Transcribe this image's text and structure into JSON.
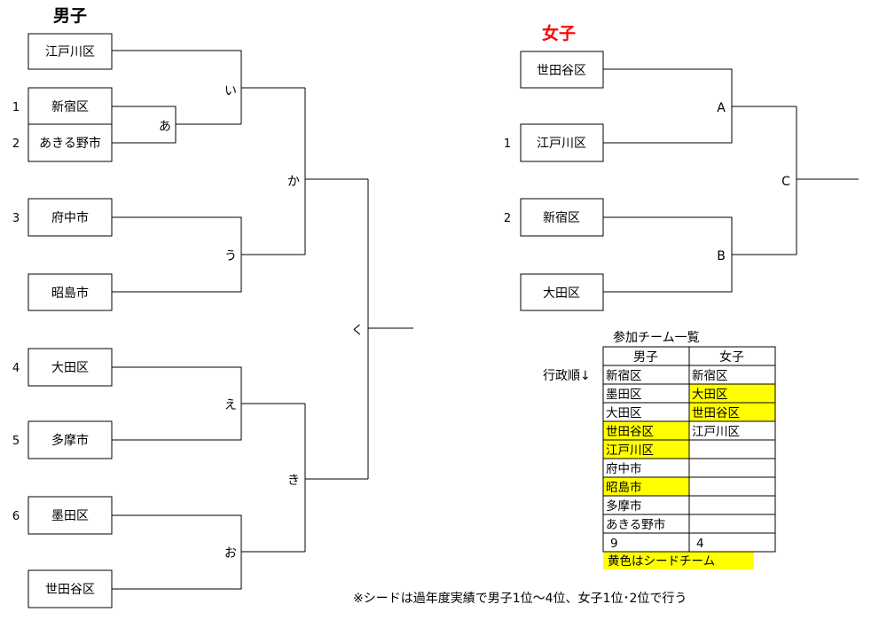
{
  "colors": {
    "women_title": "#ff0000",
    "seed_highlight": "#ffff00",
    "line": "#000000"
  },
  "men": {
    "title": "男子",
    "teams": [
      {
        "name": "江戸川区",
        "seed": ""
      },
      {
        "name": "新宿区",
        "seed": "1"
      },
      {
        "name": "あきる野市",
        "seed": "2"
      },
      {
        "name": "府中市",
        "seed": "3"
      },
      {
        "name": "昭島市",
        "seed": ""
      },
      {
        "name": "大田区",
        "seed": "4"
      },
      {
        "name": "多摩市",
        "seed": "5"
      },
      {
        "name": "墨田区",
        "seed": "6"
      },
      {
        "name": "世田谷区",
        "seed": ""
      }
    ],
    "matches": [
      "あ",
      "い",
      "う",
      "え",
      "お",
      "か",
      "き",
      "く"
    ]
  },
  "women": {
    "title": "女子",
    "teams": [
      {
        "name": "世田谷区",
        "seed": ""
      },
      {
        "name": "江戸川区",
        "seed": "1"
      },
      {
        "name": "新宿区",
        "seed": "2"
      },
      {
        "name": "大田区",
        "seed": ""
      }
    ],
    "matches": [
      "A",
      "B",
      "C"
    ]
  },
  "participants": {
    "caption": "参加チーム一覧",
    "order_label": "行政順↓",
    "headers": [
      "男子",
      "女子"
    ],
    "rows": [
      {
        "men": "新宿区",
        "men_seed": false,
        "women": "新宿区",
        "women_seed": false
      },
      {
        "men": "墨田区",
        "men_seed": false,
        "women": "大田区",
        "women_seed": true
      },
      {
        "men": "大田区",
        "men_seed": false,
        "women": "世田谷区",
        "women_seed": true
      },
      {
        "men": "世田谷区",
        "men_seed": true,
        "women": "江戸川区",
        "women_seed": false
      },
      {
        "men": "江戸川区",
        "men_seed": true,
        "women": "",
        "women_seed": false
      },
      {
        "men": "府中市",
        "men_seed": false,
        "women": "",
        "women_seed": false
      },
      {
        "men": "昭島市",
        "men_seed": true,
        "women": "",
        "women_seed": false
      },
      {
        "men": "多摩市",
        "men_seed": false,
        "women": "",
        "women_seed": false
      },
      {
        "men": "あきる野市",
        "men_seed": false,
        "women": "",
        "women_seed": false
      }
    ],
    "totals": {
      "men": "9",
      "women": "4"
    },
    "legend": "黄色はシードチーム"
  },
  "note": "※シードは過年度実績で男子1位〜4位、女子1位･2位で行う"
}
